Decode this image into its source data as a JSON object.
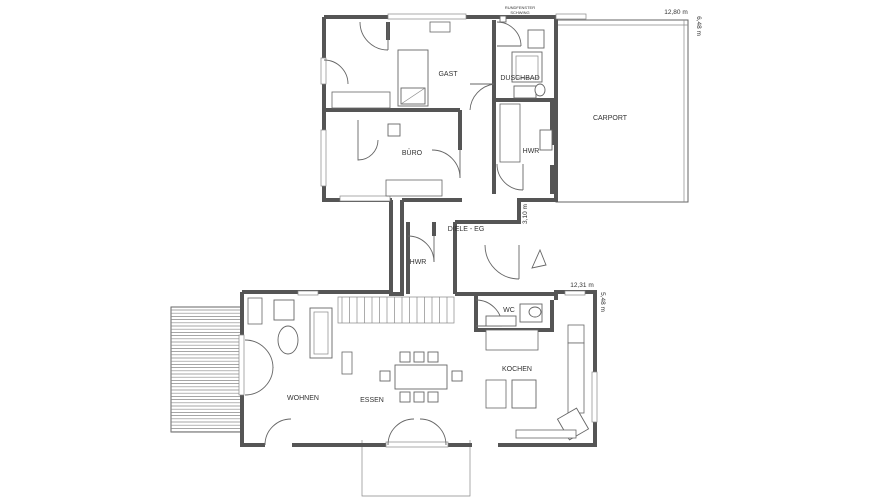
{
  "rooms": {
    "gast": "GAST",
    "duschbad": "DUSCHBAD",
    "carport": "CARPORT",
    "buero": "BÜRO",
    "hwr_upper": "HWR",
    "diele": "DIELE - EG",
    "hwr_lower": "HWR",
    "wc": "WC",
    "kochen": "KOCHEN",
    "wohnen": "WOHNEN",
    "essen": "ESSEN"
  },
  "annotations": {
    "rundfenster_line1": "RUNDFENSTER",
    "rundfenster_line2": "SCHWING"
  },
  "dimensions": {
    "top_width": "12,80 m",
    "top_height": "6,48 m",
    "diele_width": "3,10 m",
    "lower_width": "12,31 m",
    "lower_height": "5,48 m"
  }
}
